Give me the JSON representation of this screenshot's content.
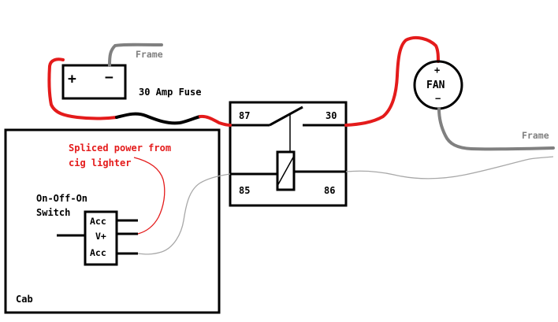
{
  "labels": {
    "frame_top": "Frame",
    "frame_right": "Frame",
    "battery_plus": "+",
    "battery_minus": "−",
    "fuse": "30 Amp Fuse",
    "pin_87": "87",
    "pin_30": "30",
    "pin_85": "85",
    "pin_86": "86",
    "fan": "FAN",
    "fan_plus": "+",
    "fan_minus": "−",
    "spliced_line1": "Spliced power from",
    "spliced_line2": "cig lighter",
    "switch_line1": "On-Off-On",
    "switch_line2": "Switch",
    "switch_acc_top": "Acc",
    "switch_vplus": "V+",
    "switch_acc_bottom": "Acc",
    "cab": "Cab"
  },
  "colors": {
    "line": "#000000",
    "power_wire": "#e41b1b",
    "ground_wire": "#808080",
    "signal_wire": "#a8a8a8",
    "thin_red_wire": "#e41b1b"
  }
}
